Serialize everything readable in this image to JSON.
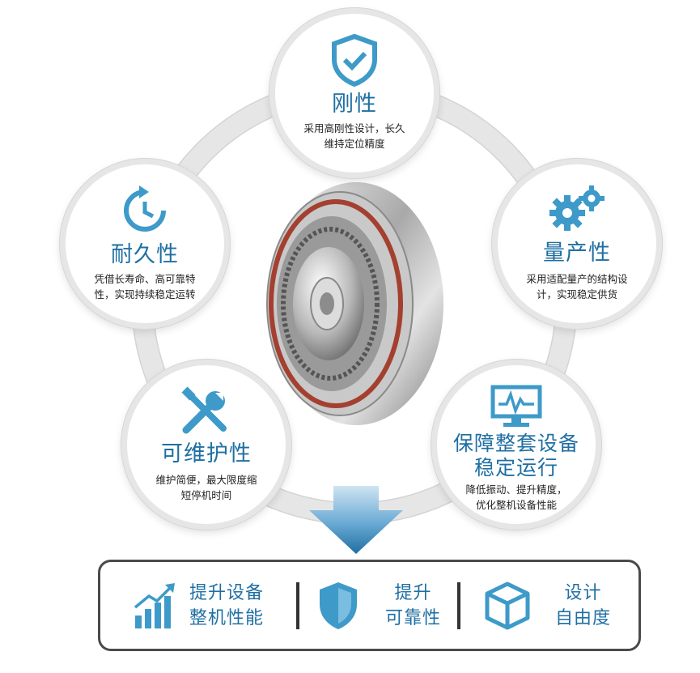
{
  "colors": {
    "accent": "#1f6fa3",
    "icon": "#3d9ac9",
    "border": "#4a4a4a"
  },
  "features": {
    "rigidity": {
      "title": "刚性",
      "desc_line1": "采用高刚性设计，长久",
      "desc_line2": "维持定位精度",
      "icon": "shield-check-icon"
    },
    "durability": {
      "title": "耐久性",
      "desc_line1": "凭借长寿命、高可靠特",
      "desc_line2": "性，实现持续稳定运转",
      "icon": "clock-refresh-icon"
    },
    "mass": {
      "title": "量产性",
      "desc_line1": "采用适配量产的结构设",
      "desc_line2": "计，实现稳定供货",
      "icon": "gears-icon"
    },
    "maintain": {
      "title": "可维护性",
      "desc_line1": "维护简便，最大限度缩",
      "desc_line2": "短停机时间",
      "icon": "wrench-screwdriver-icon"
    },
    "stable": {
      "title_line1": "保障整套设备",
      "title_line2": "稳定运行",
      "desc_line1": "降低振动、提升精度，",
      "desc_line2": "优化整机设备性能",
      "icon": "monitor-waveform-icon"
    }
  },
  "benefits": [
    {
      "line1": "提升设备",
      "line2": "整机性能",
      "icon": "growth-chart-icon"
    },
    {
      "line1": "提升",
      "line2": "可靠性",
      "icon": "shield-icon"
    },
    {
      "line1": "设计",
      "line2": "自由度",
      "icon": "cube-icon"
    }
  ]
}
